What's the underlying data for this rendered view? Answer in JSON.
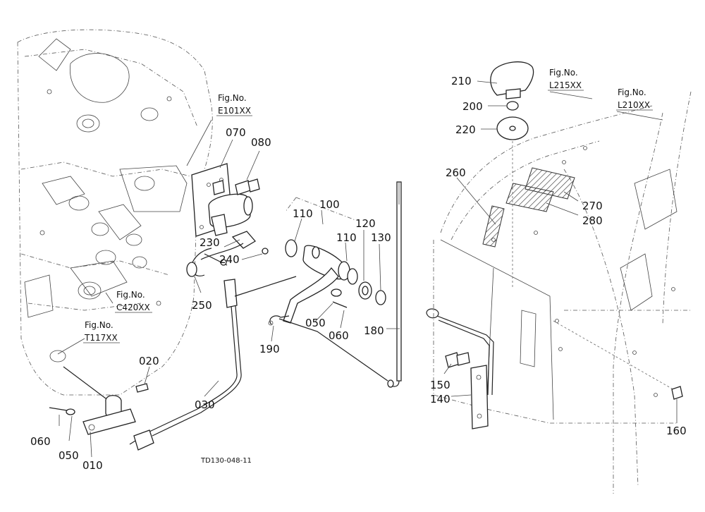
{
  "drawing_code": "TD130-048-11",
  "references": [
    {
      "id": "E101",
      "line1": "Fig.No.",
      "line2": "E101XX"
    },
    {
      "id": "C420",
      "line1": "Fig.No.",
      "line2": "C420XX"
    },
    {
      "id": "T117",
      "line1": "Fig.No.",
      "line2": "T117XX"
    },
    {
      "id": "L215",
      "line1": "Fig.No.",
      "line2": "L215XX"
    },
    {
      "id": "L210",
      "line1": "Fig.No.",
      "line2": "L210XX"
    }
  ],
  "parts": [
    {
      "id": "p210",
      "label": "210"
    },
    {
      "id": "p200",
      "label": "200"
    },
    {
      "id": "p220",
      "label": "220"
    },
    {
      "id": "p070",
      "label": "070"
    },
    {
      "id": "p080",
      "label": "080"
    },
    {
      "id": "p100",
      "label": "100"
    },
    {
      "id": "p110a",
      "label": "110"
    },
    {
      "id": "p110b",
      "label": "110"
    },
    {
      "id": "p120",
      "label": "120"
    },
    {
      "id": "p130",
      "label": "130"
    },
    {
      "id": "p230",
      "label": "230"
    },
    {
      "id": "p240",
      "label": "240"
    },
    {
      "id": "p250",
      "label": "250"
    },
    {
      "id": "p050a",
      "label": "050"
    },
    {
      "id": "p060a",
      "label": "060"
    },
    {
      "id": "p180",
      "label": "180"
    },
    {
      "id": "p190",
      "label": "190"
    },
    {
      "id": "p020",
      "label": "020"
    },
    {
      "id": "p030",
      "label": "030"
    },
    {
      "id": "p060b",
      "label": "060"
    },
    {
      "id": "p050b",
      "label": "050"
    },
    {
      "id": "p010",
      "label": "010"
    },
    {
      "id": "p260",
      "label": "260"
    },
    {
      "id": "p270",
      "label": "270"
    },
    {
      "id": "p280",
      "label": "280"
    },
    {
      "id": "p150",
      "label": "150"
    },
    {
      "id": "p140",
      "label": "140"
    },
    {
      "id": "p160",
      "label": "160"
    }
  ]
}
